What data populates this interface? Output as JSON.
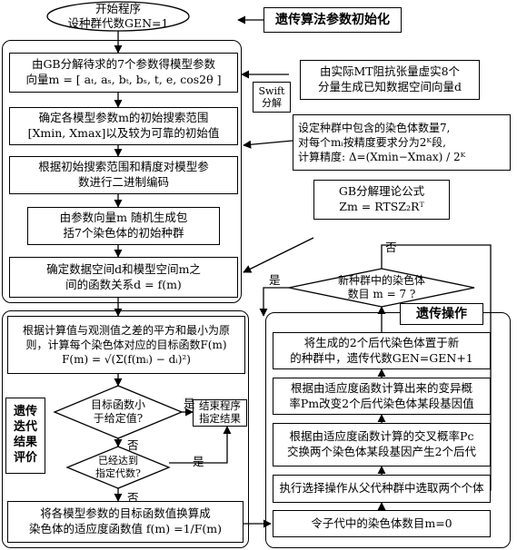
{
  "start": "开始程序\n设种群代数GEN=1",
  "init_title": "遗传算法参数初始化",
  "left_steps": [
    "由GB分解待求的7个参数得模型参数\n向量m = [ aₜ, aₛ, bₜ, bₛ, t, e, cos2θ ]",
    "确定各模型参数m的初始搜索范围\n[Xmin, Xmax]以及较为可靠的初始值",
    "根据初始搜索范围和精度对模型参\n数进行二进制编码",
    "由参数向量m 随机生成包\n括7个染色体的初始种群",
    "确定数据空间d和模型空间m之\n间的函数关系d = f(m)"
  ],
  "right_notes": {
    "swift_label": "Swift\n分解",
    "mt_note": "由实际MT阻抗张量虚实8个\n分量生成已知数据空间向量d",
    "precision_note": "设定种群中包含的染色体数量7,\n对每个mᵢ按精度要求分为2ᴷ段,\n计算精度: Δ=(Xmin−Xmax) / 2ᴷ",
    "gb_formula": "GB分解理论公式\nZm = RTSZ₂Rᵀ"
  },
  "fitness_eval": "根据计算值与观测值之差的平方和最小为原\n则，计算每个染色体对应的目标函数F(m)\nF(m) = √(Σ(f(mᵢ) − dᵢ)²)",
  "decision_min": "目标函数小\n于给定值?",
  "decision_gen": "已经达到\n指定代数?",
  "end_box": "结束程序\n指定结果",
  "yes": "是",
  "no": "否",
  "eval_label": "遗传\n迭代\n结果\n评价",
  "fitness_convert": "将各模型参数的目标函数值换算成\n染色体的适应度函数值 f(m) =1/F(m)",
  "genetic_title": "遗传操作",
  "loop_decision": "新种群中的染色体\n数目 m = 7 ?",
  "genetic_steps": [
    "将生成的2个后代染色体置于新\n的种群中，遗传代数GEN=GEN+1",
    "根据由适应度函数计算出来的变异概\n率Pm改变2个后代染色体某段基因值",
    "根据由适应度函数计算的交叉概率Pc\n交换两个染色体某段基因产生2个后代",
    "执行选择操作从父代种群中选取两个个体",
    "令子代中的染色体数目m=0"
  ]
}
